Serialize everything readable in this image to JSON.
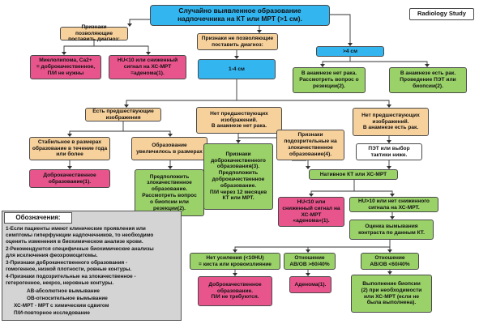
{
  "header": {
    "title": "Случайно выявленное образование\nнадпочечника на КТ или МРТ (>1 см).",
    "brand": "Radiology Study"
  },
  "nodes": {
    "allow_diag": "Признаки позволяющие\nпоставить диагноз:",
    "no_diag": "Признаки не позволяющие\nпоставить диагноз:",
    "gt4": ">4 см",
    "myelolipoma": "Миелолипома, Ca2+\n= доброкачественное,\nП/И не нужны",
    "hu_low_top": "HU<10 или сниженный\nсигнал на ХС-МРТ\n=аденома(1).",
    "size_1_4": "1-4 см",
    "no_cancer_hist": "В анамнезе нет рака.\nРассмотреть вопрос о\nрезекции(2).",
    "cancer_hist": "В анамнезе есть рак.\nПроведение ПЭТ или\nбиопсии(2).",
    "prior_images": "Есть предшествующие\nизображения",
    "no_prior_no_cancer": "Нет предшествующих\nизображений.\nВ анамнезе нет рака.",
    "no_prior_cancer": "Нет предшествующих\nизображений.\nВ анамнезе есть рак.",
    "stable": "Стабильное в размерах\nобразование в течение года\nили более",
    "growing": "Образование\nувеличилось в размерах",
    "benign_features": "Признаки\nдоброкачественного\nобразования(3).\nПредположить\nдоброкачественное\nобразование.\nП/И через 12 месяцев\nКТ или МРТ.",
    "suspicious": "Признаки\nподозрительные на\nзлокачественное\nобразование(4).",
    "pet_wait": "ПЭТ или выбор\nтактики ниже.",
    "benign1": "Доброкачественное\nобразование(1).",
    "assume_malignant": "Предположить\nзлокачественное\nобразование.\nРассмотреть вопрос\nо биопсии или\nрезекции(2).",
    "native_ct": "Нативное КТ или ХС-МРТ",
    "hu_low_mid": "HU<10 или\nсниженный сигнал на\nХС-МРТ\n«аденома»(1).",
    "hu_high": "HU>10 или нет сниженного\nсигнала на ХС-МРТ.",
    "washout_eval": "Оценка вымывания\nконтраста по данным КТ.",
    "no_enhance": "Нет усиления (<10HU)\n= киста или кровоизлияние",
    "ratio_high": "Отношение\nАВ/ОВ >60/40%",
    "ratio_low": "Отношение\nАВ/ОВ <60/40%",
    "benign_no_fu": "Доброкачественное\nобразование.\nП/И не требуются.",
    "adenoma": "Аденома(1).",
    "biopsy": "Выполнение биопсии\n(2) при необходимости\nили ХС-МРТ (если не\nбыла выполнена)."
  },
  "legend": {
    "title": "Обозначения:",
    "items": [
      "1-Если пациенты имеют клинические проявления или",
      "симптомы гиперфункции надпочечников, то необходимо",
      "оценить изменения в биохимическом анализе крови.",
      "2-Рекомендуются специфичные биохимические анализы",
      "для исключения феохромоцитомы.",
      "3-Признаки доброкачественного образования -",
      "гомогенное, низкой плотности, ровные контуры.",
      "4-Признаки подозрительные на злокачественное -",
      "гетерогенное, некроз, неровные контуры.",
      "АВ-абсолютное вымывание",
      "ОВ-относительное вымывание",
      "ХС-МРТ - МРТ с химическим сдвигом",
      "П/И-повторное исследование"
    ]
  },
  "colors": {
    "blue": "#33b5f0",
    "orange": "#f7d19c",
    "pink": "#e8558c",
    "green": "#9ad169",
    "line": "#333333"
  }
}
